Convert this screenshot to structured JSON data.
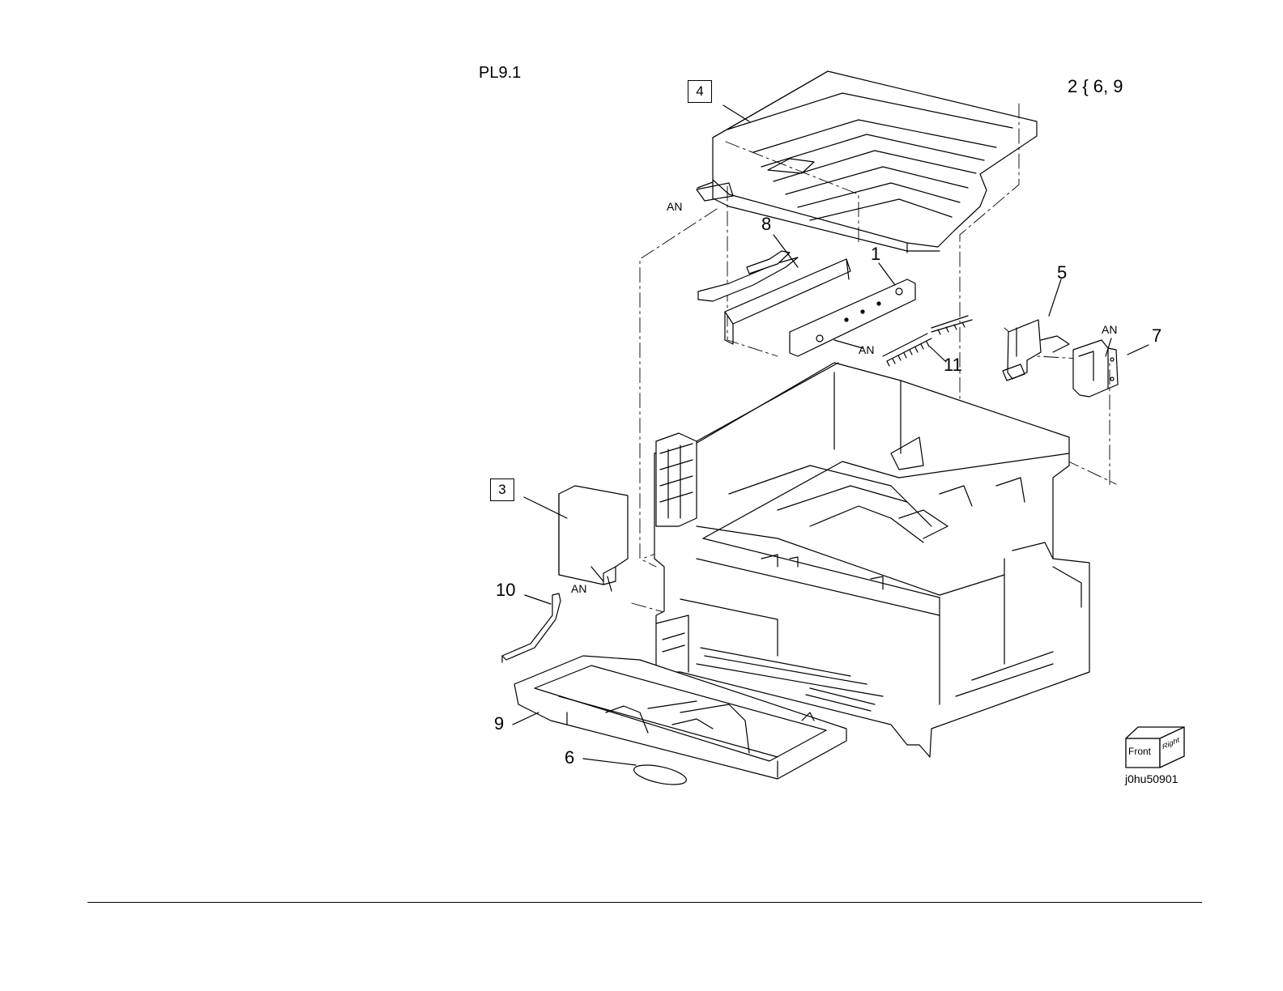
{
  "page": {
    "title": "PL9.1",
    "note": "2 { 6, 9",
    "figure_id": "j0hu50901"
  },
  "callouts": {
    "boxed": [
      "4",
      "3"
    ],
    "numbers": [
      "8",
      "1",
      "5",
      "7",
      "11",
      "10",
      "9",
      "6"
    ],
    "an_label": "AN"
  },
  "orientation_cube": {
    "front": "Front",
    "right": "Right"
  }
}
